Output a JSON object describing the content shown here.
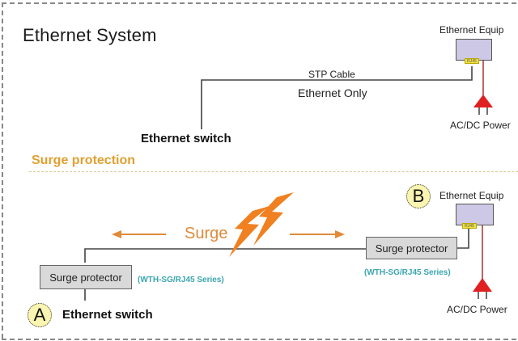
{
  "top_section": {
    "title": "Ethernet System",
    "cable_label": "STP Cable",
    "mode_label": "Ethernet Only",
    "switch_label": "Ethernet switch",
    "equip_label": "Ethernet Equip",
    "port_label": "RJ45",
    "power_label": "AC/DC Power"
  },
  "bottom_section": {
    "heading": "Surge protection",
    "surge_label": "Surge",
    "protector_a_label": "Surge protector",
    "protector_a_series": "(WTH-SG/RJ45 Series)",
    "protector_b_label": "Surge protector",
    "protector_b_series": "(WTH-SG/RJ45 Series)",
    "badge_a": "A",
    "badge_b": "B",
    "switch_label": "Ethernet switch",
    "equip_label": "Ethernet Equip",
    "port_label": "RJ45",
    "power_label": "AC/DC Power"
  },
  "colors": {
    "heading": "#e0a030",
    "surge": "#e08a3a",
    "lightning": "#f08020",
    "series_text": "#3aa6b0",
    "power_plug": "#e02020",
    "power_line": "#b04040",
    "equip_fill": "#ccc8e6",
    "protector_fill": "#d9d9d9",
    "badge_fill": "#faf5b0"
  }
}
